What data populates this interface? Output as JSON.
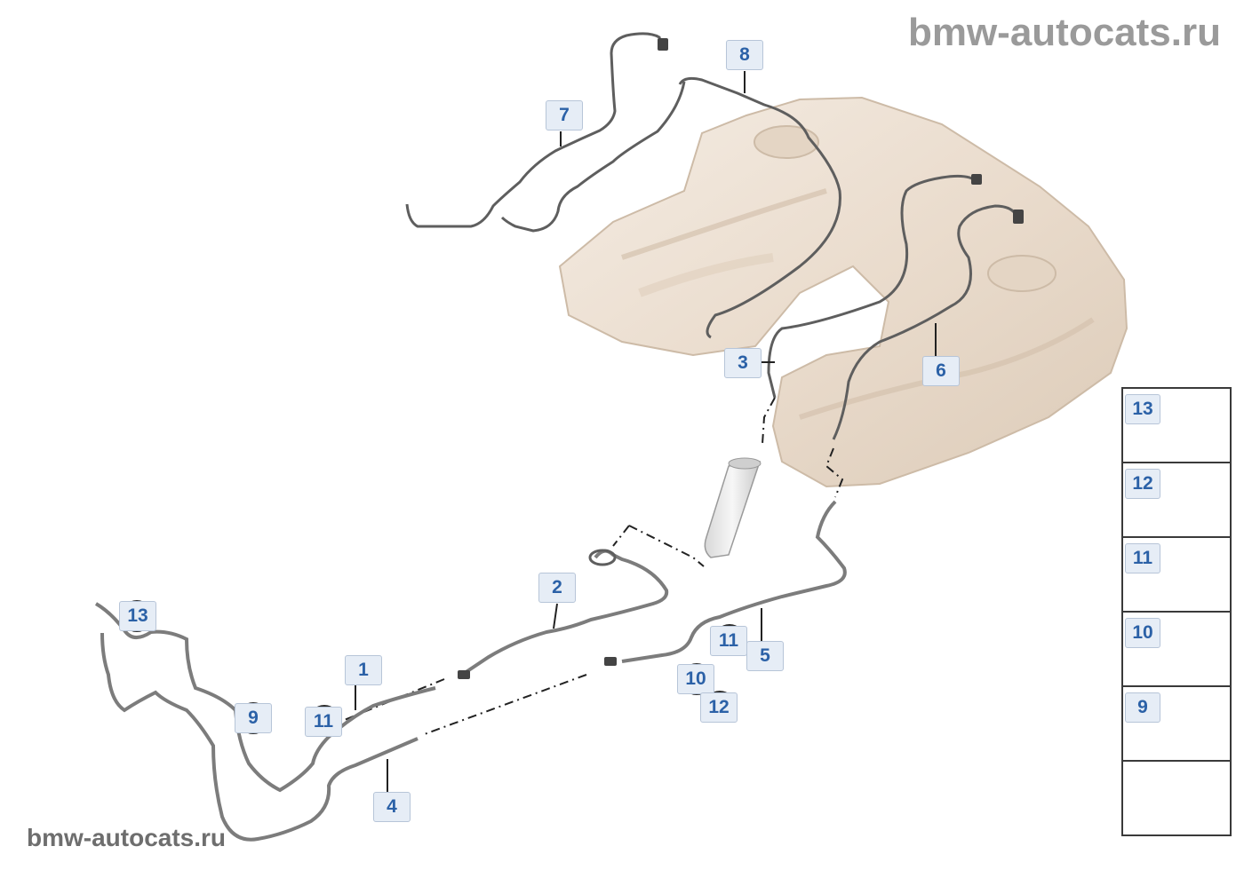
{
  "watermark": {
    "top": "bmw-autocats.ru",
    "bottom": "bmw-autocats.ru"
  },
  "callouts": [
    "1",
    "2",
    "3",
    "4",
    "5",
    "6",
    "7",
    "8",
    "9",
    "10",
    "11",
    "12",
    "13"
  ],
  "extra_callouts": {
    "n9": "9",
    "n10": "10",
    "n11a": "11",
    "n11b": "11",
    "n12": "12",
    "n13": "13"
  },
  "legend": [
    {
      "label": "13",
      "icon": "double-clip-icon"
    },
    {
      "label": "12",
      "icon": "hex-nut-icon"
    },
    {
      "label": "11",
      "icon": "single-clip-icon"
    },
    {
      "label": "10",
      "icon": "multi-clip-icon"
    },
    {
      "label": "9",
      "icon": "pipe-holder-icon"
    }
  ],
  "colors": {
    "callout_text": "#2b61a7",
    "callout_bg": "#e6edf6",
    "tank": "#efe4d8",
    "pipe": "#6a6a6a"
  }
}
